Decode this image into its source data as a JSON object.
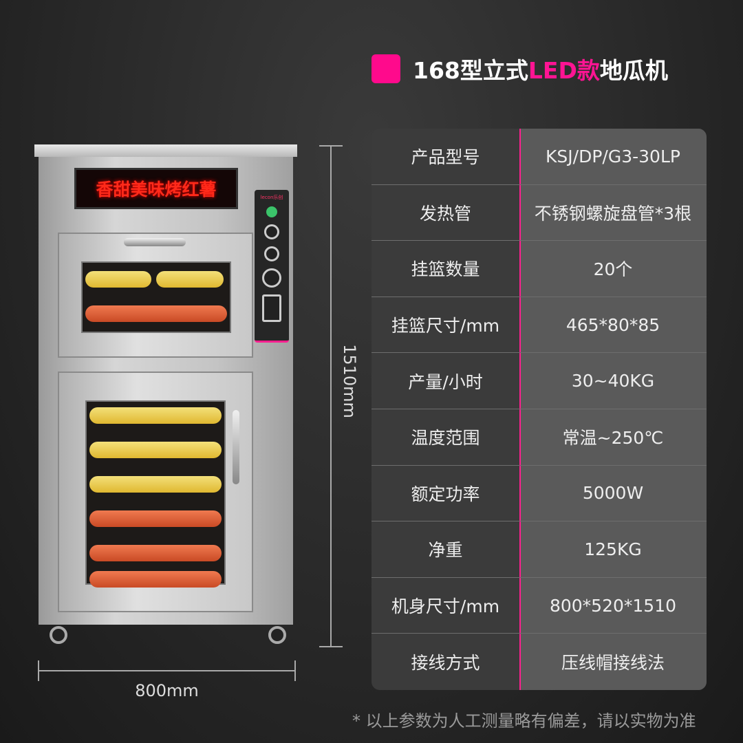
{
  "title": {
    "part1": "168型立式",
    "part2": "LED款",
    "part3": "地瓜机"
  },
  "colors": {
    "accent": "#ff1493",
    "background": "#2a2a2a"
  },
  "product": {
    "led_text": "香甜美味烤红薯",
    "brand": "lecon乐创"
  },
  "dimensions": {
    "height": "1510mm",
    "width": "800mm"
  },
  "specs": [
    {
      "label": "产品型号",
      "value": "KSJ/DP/G3-30LP"
    },
    {
      "label": "发热管",
      "value": "不锈钢螺旋盘管*3根"
    },
    {
      "label": "挂篮数量",
      "value": "20个"
    },
    {
      "label": "挂篮尺寸/mm",
      "value": "465*80*85"
    },
    {
      "label": "产量/小时",
      "value": "30~40KG"
    },
    {
      "label": "温度范围",
      "value": "常温~250℃"
    },
    {
      "label": "额定功率",
      "value": "5000W"
    },
    {
      "label": "净重",
      "value": "125KG"
    },
    {
      "label": "机身尺寸/mm",
      "value": "800*520*1510"
    },
    {
      "label": "接线方式",
      "value": "压线帽接线法"
    }
  ],
  "note": "* 以上参数为人工测量略有偏差，请以实物为准"
}
